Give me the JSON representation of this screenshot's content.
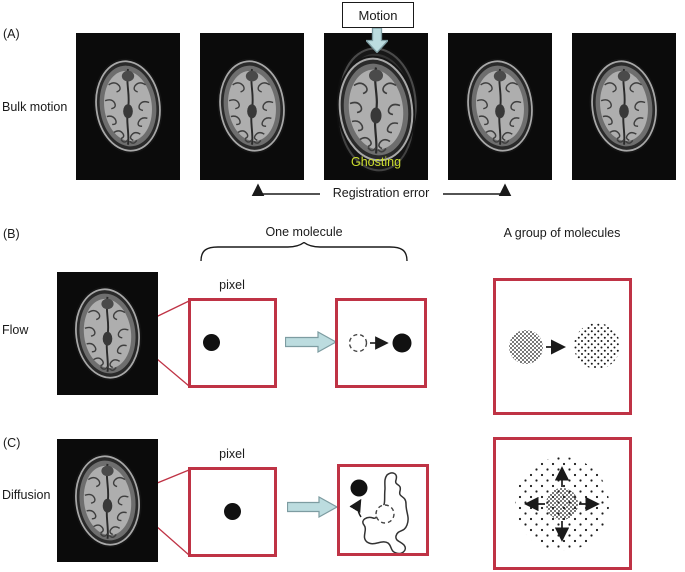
{
  "figure": {
    "panel_a": {
      "tag": "(A)",
      "row_label": "Bulk motion",
      "motion_label": "Motion",
      "ghosting_label": "Ghosting",
      "registration_error_label": "Registration error"
    },
    "panel_b": {
      "tag": "(B)",
      "row_label": "Flow",
      "one_molecule_label": "One molecule",
      "group_label": "A group of molecules",
      "pixel_label": "pixel"
    },
    "panel_c": {
      "tag": "(C)",
      "row_label": "Diffusion",
      "pixel_label": "pixel"
    },
    "colors": {
      "accent_red": "#bf3345",
      "block_arrow_fill": "#bcdcdf",
      "block_arrow_stroke": "#7d9ca1",
      "ghosting_text": "#ccdd2e",
      "mri_background": "#0b0b0b"
    },
    "icons": {
      "motion_down_arrow": "⇩",
      "flow_right_arrow": "⇨",
      "diffusion_right_arrow": "⇨"
    }
  }
}
